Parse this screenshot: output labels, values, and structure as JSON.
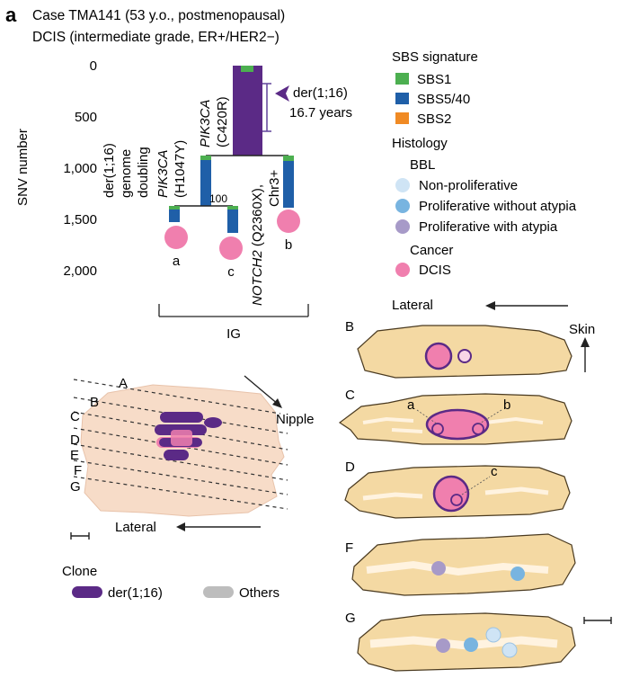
{
  "panel_label": "a",
  "header": {
    "line1": "Case TMA141 (53 y.o., postmenopausal)",
    "line2": "DCIS (intermediate grade, ER+/HER2−)"
  },
  "tree": {
    "axis_title": "SNV number",
    "ticks": [
      {
        "label": "0",
        "value": 0
      },
      {
        "label": "500",
        "value": 500
      },
      {
        "label": "1,000",
        "value": 1000
      },
      {
        "label": "1,500",
        "value": 1500
      },
      {
        "label": "2,000",
        "value": 2000
      }
    ],
    "annotations": {
      "der_line1": "der(1;16)",
      "der_line2": "16.7 years",
      "gd_line1": "der(1;16)",
      "gd_line2": "genome",
      "gd_line3": "doubling",
      "pik3ca_trunk_gene": "PIK3CA",
      "pik3ca_trunk_mut": "(C420R)",
      "pik3ca_a_gene": "PIK3CA",
      "pik3ca_a_mut": "(H1047Y)",
      "notch2_gene": "NOTCH2",
      "notch2_mut": " (Q2360X),",
      "chr3": "Chr3+",
      "bootstrap": "100",
      "ig": "IG"
    },
    "tips": [
      "a",
      "c",
      "b"
    ]
  },
  "legend": {
    "sbs_title": "SBS signature",
    "sbs": [
      {
        "label": "SBS1",
        "color": "#4caf50"
      },
      {
        "label": "SBS5/40",
        "color": "#1f5fa8"
      },
      {
        "label": "SBS2",
        "color": "#f08a24"
      }
    ],
    "histology_title": "Histology",
    "bbl_title": "BBL",
    "histology": [
      {
        "label": "Non-proliferative",
        "color": "#cfe4f5"
      },
      {
        "label": "Proliferative without atypia",
        "color": "#78b4e0"
      },
      {
        "label": "Proliferative with atypia",
        "color": "#a79ac8"
      }
    ],
    "cancer_title": "Cancer",
    "cancer": [
      {
        "label": "DCIS",
        "color": "#f07fae"
      }
    ]
  },
  "specimen": {
    "section_labels": [
      "A",
      "B",
      "C",
      "D",
      "E",
      "F",
      "G"
    ],
    "nipple": "Nipple",
    "lateral": "Lateral"
  },
  "clone_legend": {
    "title": "Clone",
    "items": [
      {
        "label": "der(1;16)",
        "color": "#5b2a86"
      },
      {
        "label": "Others",
        "color": "#bdbdbd"
      }
    ]
  },
  "sections": {
    "lateral": "Lateral",
    "skin": "Skin",
    "labels": [
      "B",
      "C",
      "D",
      "F",
      "G"
    ],
    "tag_a": "a",
    "tag_b": "b",
    "tag_c": "c"
  },
  "colors": {
    "purple": "#5b2a86",
    "blue": "#1f5fa8",
    "green": "#4caf50",
    "tissue": "#f4d9a3",
    "tissue_edge": "#4a3a20",
    "pink": "#f07fae"
  }
}
